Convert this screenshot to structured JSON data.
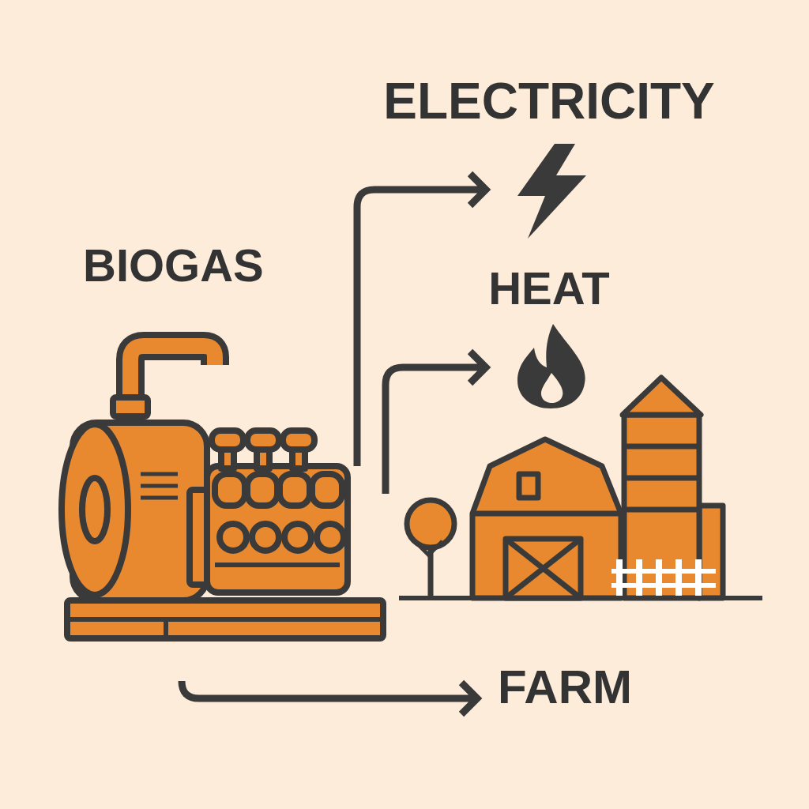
{
  "diagram": {
    "nodes": [
      {
        "text": [
          "BIOGAS"
        ]
      },
      {
        "text": [
          "ELECTRICITY"
        ]
      },
      {
        "text": [
          "HEAT"
        ]
      },
      {
        "text": [
          "FARM"
        ]
      }
    ],
    "edges": [
      {
        "from": 0,
        "to": 1,
        "arrow": "to"
      },
      {
        "from": 0,
        "to": 2,
        "arrow": "to"
      },
      {
        "from": 0,
        "to": 3,
        "arrow": "to"
      }
    ]
  }
}
